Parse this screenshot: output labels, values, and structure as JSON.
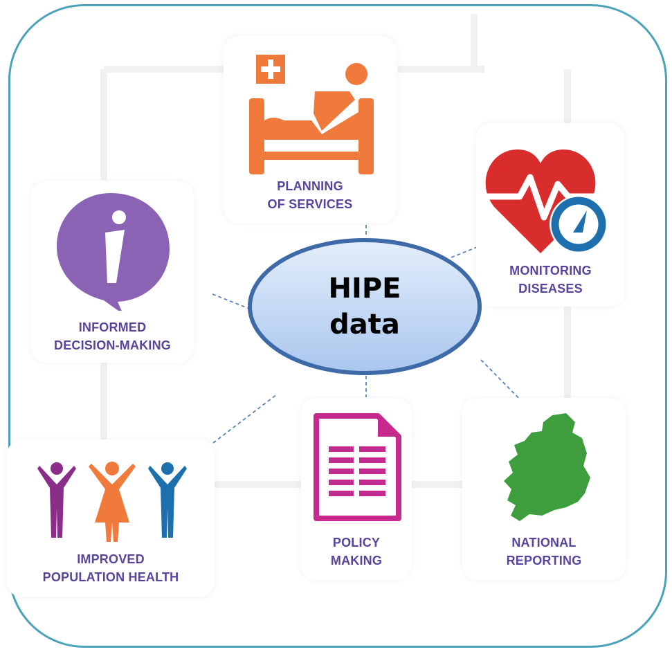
{
  "hub": {
    "line1": "HIPE",
    "line2": "data"
  },
  "colors": {
    "frame": "#4aa3b8",
    "label": "#57449b",
    "label_dark": "#4a4a4a",
    "orange": "#ef7a3c",
    "purple": "#8a63b5",
    "red": "#d92d2d",
    "blue": "#1d6fae",
    "magenta": "#c72a8f",
    "green": "#3e9e3e",
    "hub_fill": "#c9dcf5",
    "hub_border": "#3f6aa8",
    "connector": "#5a82b8"
  },
  "nodes": {
    "planning": {
      "icon": "hospital-bed-icon",
      "line1": "PLANNING",
      "line2": "OF SERVICES"
    },
    "monitoring": {
      "icon": "heart-rate-monitor-icon",
      "line1": "MONITORING",
      "line2": "DISEASES"
    },
    "informed": {
      "icon": "info-speech-bubble-icon",
      "line1": "INFORMED",
      "line2": "DECISION-MAKING"
    },
    "population": {
      "icon": "people-group-icon",
      "line1": "IMPROVED",
      "line2": "POPULATION HEALTH"
    },
    "policy": {
      "icon": "document-icon",
      "line1": "POLICY",
      "line2": "MAKING"
    },
    "national": {
      "icon": "ireland-map-icon",
      "line1": "NATIONAL",
      "line2": "REPORTING"
    }
  }
}
